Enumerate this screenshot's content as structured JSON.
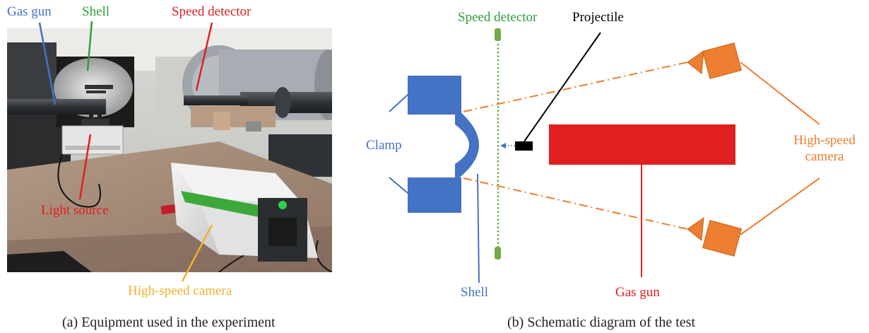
{
  "photo": {
    "labels": {
      "gas_gun": "Gas gun",
      "shell": "Shell",
      "speed_detector": "Speed detector",
      "light_source": "Light source",
      "high_speed_camera": "High-speed camera"
    },
    "caption": "(a) Equipment used in the experiment"
  },
  "schematic": {
    "labels": {
      "speed_detector": "Speed detector",
      "projectile": "Projectile",
      "clamp": "Clamp",
      "high_speed_camera_line1": "High-speed",
      "high_speed_camera_line2": "camera",
      "shell": "Shell",
      "gas_gun": "Gas gun"
    },
    "caption": "(b) Schematic diagram of the test"
  },
  "colors": {
    "blue": "#4472C4",
    "green": "#2E9E3A",
    "red": "#E02020",
    "orange": "#ED7D31",
    "yellow": "#F2B22E",
    "detector_green": "#70AD47",
    "black": "#000000"
  }
}
